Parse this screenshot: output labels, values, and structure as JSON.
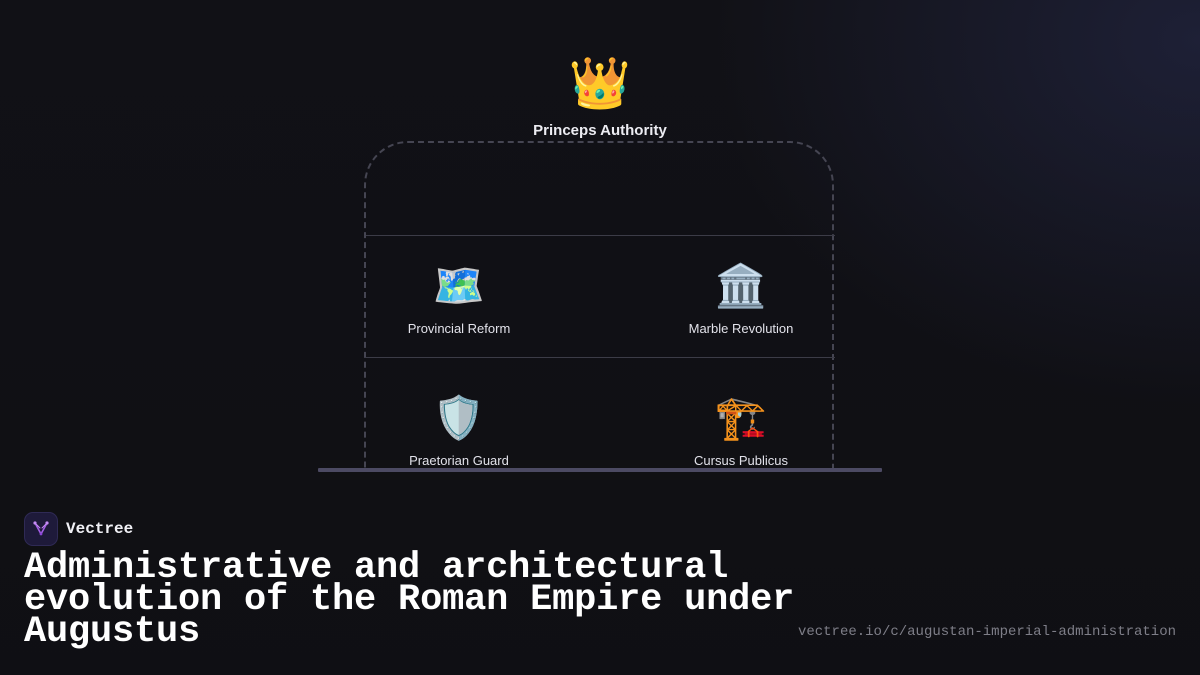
{
  "diagram": {
    "apex": {
      "icon": "crown-icon",
      "glyph": "👑",
      "label": "Princeps Authority"
    },
    "pillars": [
      {
        "icon": "world-map-icon",
        "glyph": "🗺️",
        "label": "Provincial Reform"
      },
      {
        "icon": "classical-building-icon",
        "glyph": "🏛️",
        "label": "Marble Revolution"
      },
      {
        "icon": "shield-icon",
        "glyph": "🛡️",
        "label": "Praetorian Guard"
      },
      {
        "icon": "construction-crane-icon",
        "glyph": "🏗️",
        "label": "Cursus Publicus"
      }
    ]
  },
  "brand": {
    "name": "Vectree",
    "logo_icon": "vectree-logo-icon",
    "accent": "#a45ee5"
  },
  "title": "Administrative and architectural evolution of the Roman Empire under Augustus",
  "url": "vectree.io/c/augustan-imperial-administration",
  "colors": {
    "background": "#111116",
    "outline": "#454552",
    "base": "#4c4a63"
  }
}
